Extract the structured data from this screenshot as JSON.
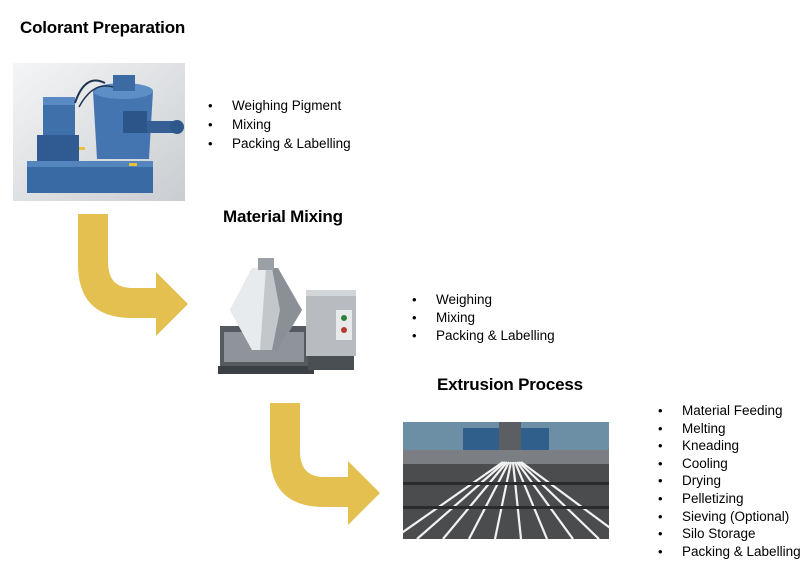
{
  "stages": [
    {
      "title": "Colorant Preparation",
      "image": "blue-high-speed-mixer-machine",
      "items": [
        "Weighing Pigment",
        "Mixing",
        "Packing & Labelling"
      ]
    },
    {
      "title": "Material Mixing",
      "image": "stainless-double-cone-mixer",
      "items": [
        "Weighing",
        "Mixing",
        "Packing & Labelling"
      ]
    },
    {
      "title": "Extrusion Process",
      "image": "extrusion-strands-cooling-line",
      "items": [
        "Material Feeding",
        "Melting",
        "Kneading",
        "Cooling",
        "Drying",
        "Pelletizing",
        "Sieving (Optional)",
        "Silo Storage",
        "Packing & Labelling"
      ]
    }
  ],
  "colors": {
    "arrow": "#E3C04F",
    "machine_blue": "#3D6FA8",
    "steel": "#B8BCC0"
  },
  "icons": [
    "curved-down-right-arrow-icon",
    "curved-down-right-arrow-icon"
  ]
}
